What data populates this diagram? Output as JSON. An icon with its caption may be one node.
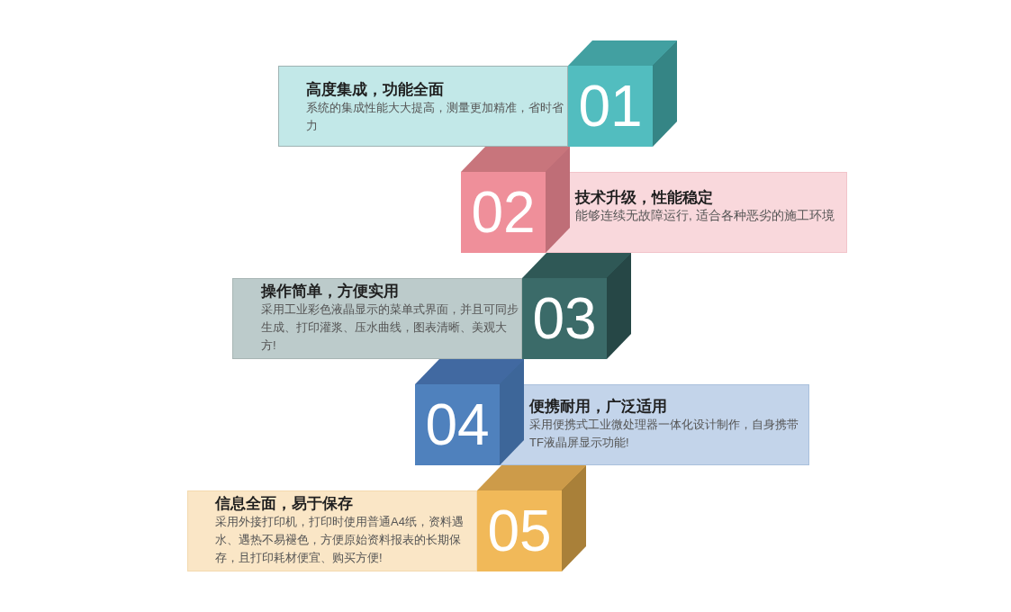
{
  "diagram": {
    "nodes": [
      {
        "text": [
          "高度集成，功能全面",
          "系统的集成性能大大提高，测量更加精准，省时省力"
        ]
      },
      {
        "text": [
          "01"
        ]
      },
      {
        "text": [
          "02"
        ]
      },
      {
        "text": [
          "技术升级，性能稳定",
          "能够连续无故障运行, 适合各种恶劣的施工环境"
        ]
      },
      {
        "text": [
          "操作简单，方便实用",
          "采用工业彩色液晶显示的菜单式界面，并且可同步生成、打印灌浆、压水曲线，图表清晰、美观大方!"
        ]
      },
      {
        "text": [
          "03"
        ]
      },
      {
        "text": [
          "04"
        ]
      },
      {
        "text": [
          "便携耐用，广泛适用",
          "采用便携式工业微处理器一体化设计制作，自身携带TF液晶屏显示功能!"
        ]
      },
      {
        "text": [
          "信息全面，易于保存",
          "采用外接打印机，打印时使用普通A4纸，资料遇水、遇热不易褪色，方便原始资料报表的长期保存，且打印耗材便宜、购买方便!"
        ]
      },
      {
        "text": [
          "05"
        ]
      }
    ]
  }
}
